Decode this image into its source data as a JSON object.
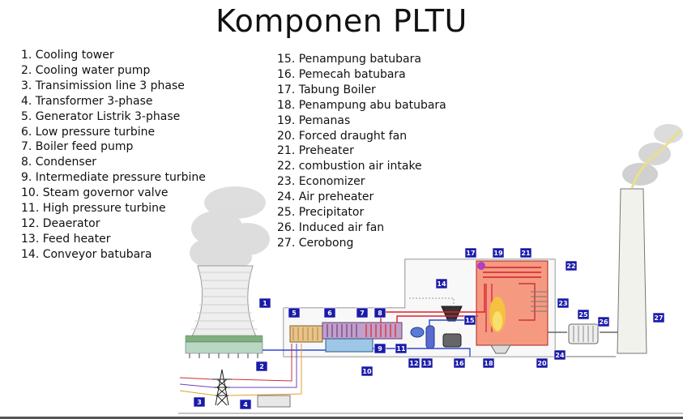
{
  "title": "Komponen PLTU",
  "components_left": [
    "1. Cooling tower",
    "2. Cooling water pump",
    "3. Transimission line 3 phase",
    "4. Transformer 3-phase",
    "5. Generator  Listrik 3-phase",
    "6. Low pressure turbine",
    "7. Boiler feed pump",
    "8. Condenser",
    "9. Intermediate pressure turbine",
    "10. Steam governor valve",
    "11. High pressure turbine",
    "12. Deaerator",
    "13. Feed heater",
    "14. Conveyor batubara"
  ],
  "components_right": [
    "15. Penampung batubara",
    "16. Pemecah batubara",
    "17. Tabung Boiler",
    "18. Penampung abu batubara",
    "19. Pemanas",
    "20. Forced draught fan",
    "21. Preheater",
    "22. combustion air intake",
    "23. Economizer",
    "24. Air preheater",
    "25. Precipitator",
    "26. Induced air fan",
    "27. Cerobong"
  ],
  "diagram_tags": [
    "1",
    "2",
    "3",
    "4",
    "5",
    "6",
    "7",
    "8",
    "9",
    "10",
    "11",
    "12",
    "13",
    "14",
    "15",
    "16",
    "17",
    "18",
    "19",
    "20",
    "21",
    "22",
    "23",
    "24",
    "25",
    "26",
    "27"
  ],
  "colors": {
    "tag_fill": "#1a1aa8",
    "steam_pipe": "#e0202a",
    "water_pipe": "#2a4ad0",
    "boiler": "#f07a60",
    "stack": "#f2f2ec"
  }
}
